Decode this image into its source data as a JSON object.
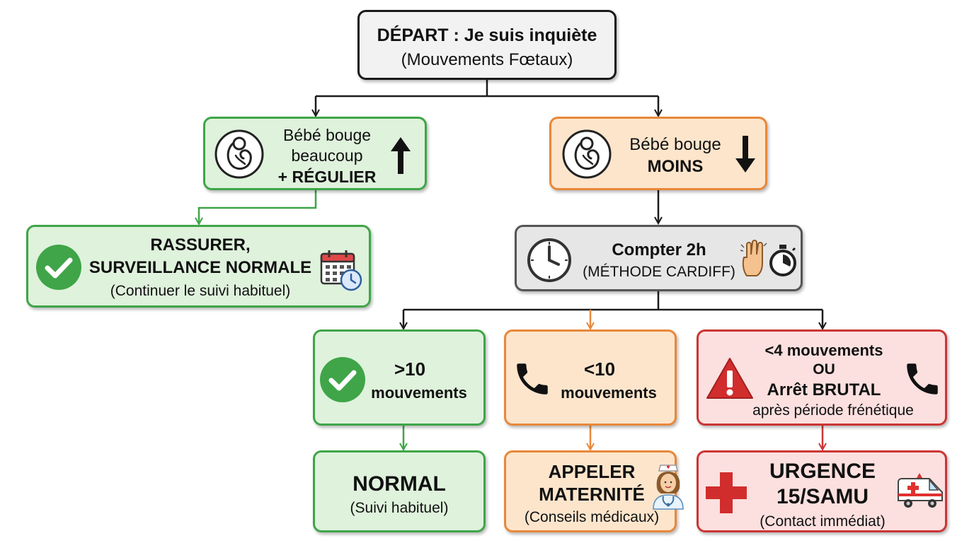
{
  "start": {
    "title": "DÉPART : Je suis inquiète",
    "subtitle": "(Mouvements Fœtaux)"
  },
  "more": {
    "line1": "Bébé bouge",
    "line2": "beaucoup",
    "line3": "+ RÉGULIER",
    "icons": [
      "fetus-icon",
      "arrow-up-icon"
    ]
  },
  "less": {
    "line1": "Bébé bouge",
    "line2": "MOINS",
    "icons": [
      "fetus-icon",
      "arrow-down-icon"
    ]
  },
  "reassure": {
    "line1": "RASSURER,",
    "line2": "SURVEILLANCE NORMALE",
    "line3": "(Continuer le suivi habituel)",
    "icons": [
      "check-icon",
      "calendar-icon"
    ]
  },
  "count": {
    "line1": "Compter 2h",
    "line2": "(MÉTHODE CARDIFF)",
    "icons": [
      "clock-icon",
      "hand-icon",
      "stopwatch-icon"
    ]
  },
  "over10": {
    "line1": ">10",
    "line2": "mouvements",
    "icons": [
      "check-icon"
    ]
  },
  "under10": {
    "line1": "<10",
    "line2": "mouvements",
    "icons": [
      "phone-icon"
    ]
  },
  "under4": {
    "line1": "<4 mouvements",
    "line2": "OU",
    "line3": "Arrêt BRUTAL",
    "line4": "après période frénétique",
    "icons": [
      "warning-icon",
      "phone-icon"
    ]
  },
  "normal": {
    "line1": "NORMAL",
    "line2": "(Suivi habituel)"
  },
  "call": {
    "line1": "APPELER",
    "line2": "MATERNITÉ",
    "line3": "(Conseils médicaux)",
    "icons": [
      "nurse-icon"
    ]
  },
  "urgent": {
    "line1": "URGENCE",
    "line2": "15/SAMU",
    "line3": "(Contact immédiat)",
    "icons": [
      "medical-cross-icon",
      "ambulance-icon"
    ]
  },
  "colors": {
    "green": "#3fa548",
    "orange": "#e8883a",
    "red": "#cc3535",
    "gray": "#555555",
    "black": "#1a1a1a"
  }
}
